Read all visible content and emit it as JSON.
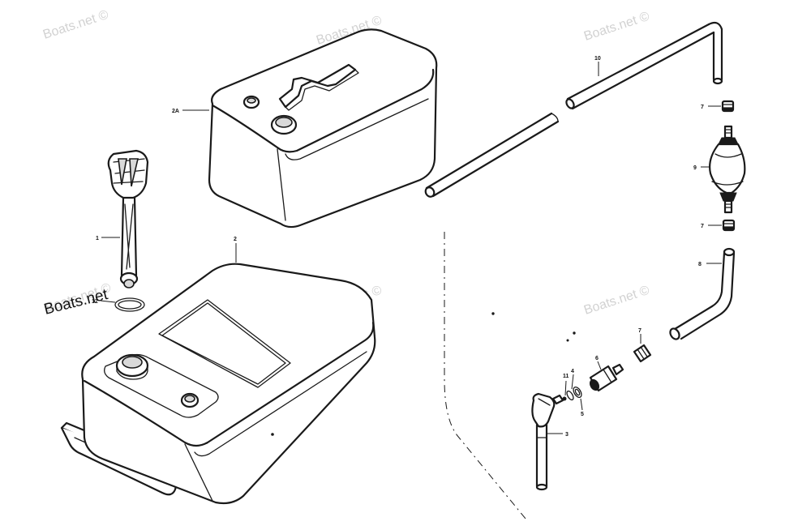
{
  "callouts": {
    "c1": "1",
    "c2": "2",
    "c2a": "2A",
    "c3": "3",
    "c4": "4",
    "c5": "5",
    "c6": "6",
    "c7a": "7",
    "c7b": "7",
    "c7c": "7",
    "c8": "8",
    "c9": "9",
    "c10": "10",
    "c11": "11",
    "c12": "12"
  },
  "watermarks": {
    "wm1": "Boats.net ©",
    "wm2": "Boats.net ©",
    "wm3": "Boats.net ©",
    "wm4": "Boats.net ©",
    "wm5": "Boats.net ©",
    "wm6": "Boats.net ©",
    "wm_dark": "Boats.net"
  }
}
